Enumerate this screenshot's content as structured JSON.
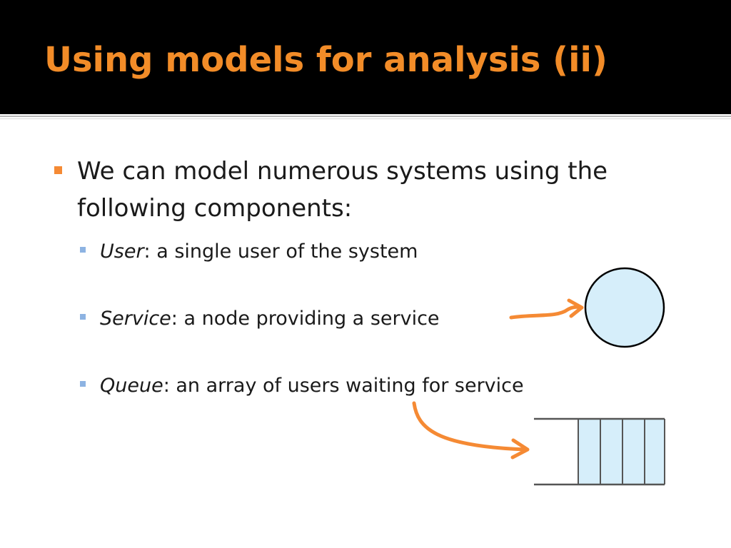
{
  "slide": {
    "title": "Using models for analysis (ii)",
    "main_bullet": "We can model numerous systems using the following components:",
    "items": [
      {
        "term": "User",
        "desc": ": a single user of the system"
      },
      {
        "term": "Service",
        "desc": ": a node providing a service"
      },
      {
        "term": "Queue",
        "desc": ": an array of users waiting for service"
      }
    ]
  },
  "colors": {
    "title": "#f28c28",
    "accent_orange": "#f58a34",
    "sub_bullet": "#8db3e2",
    "shape_fill": "#d6eefa"
  }
}
